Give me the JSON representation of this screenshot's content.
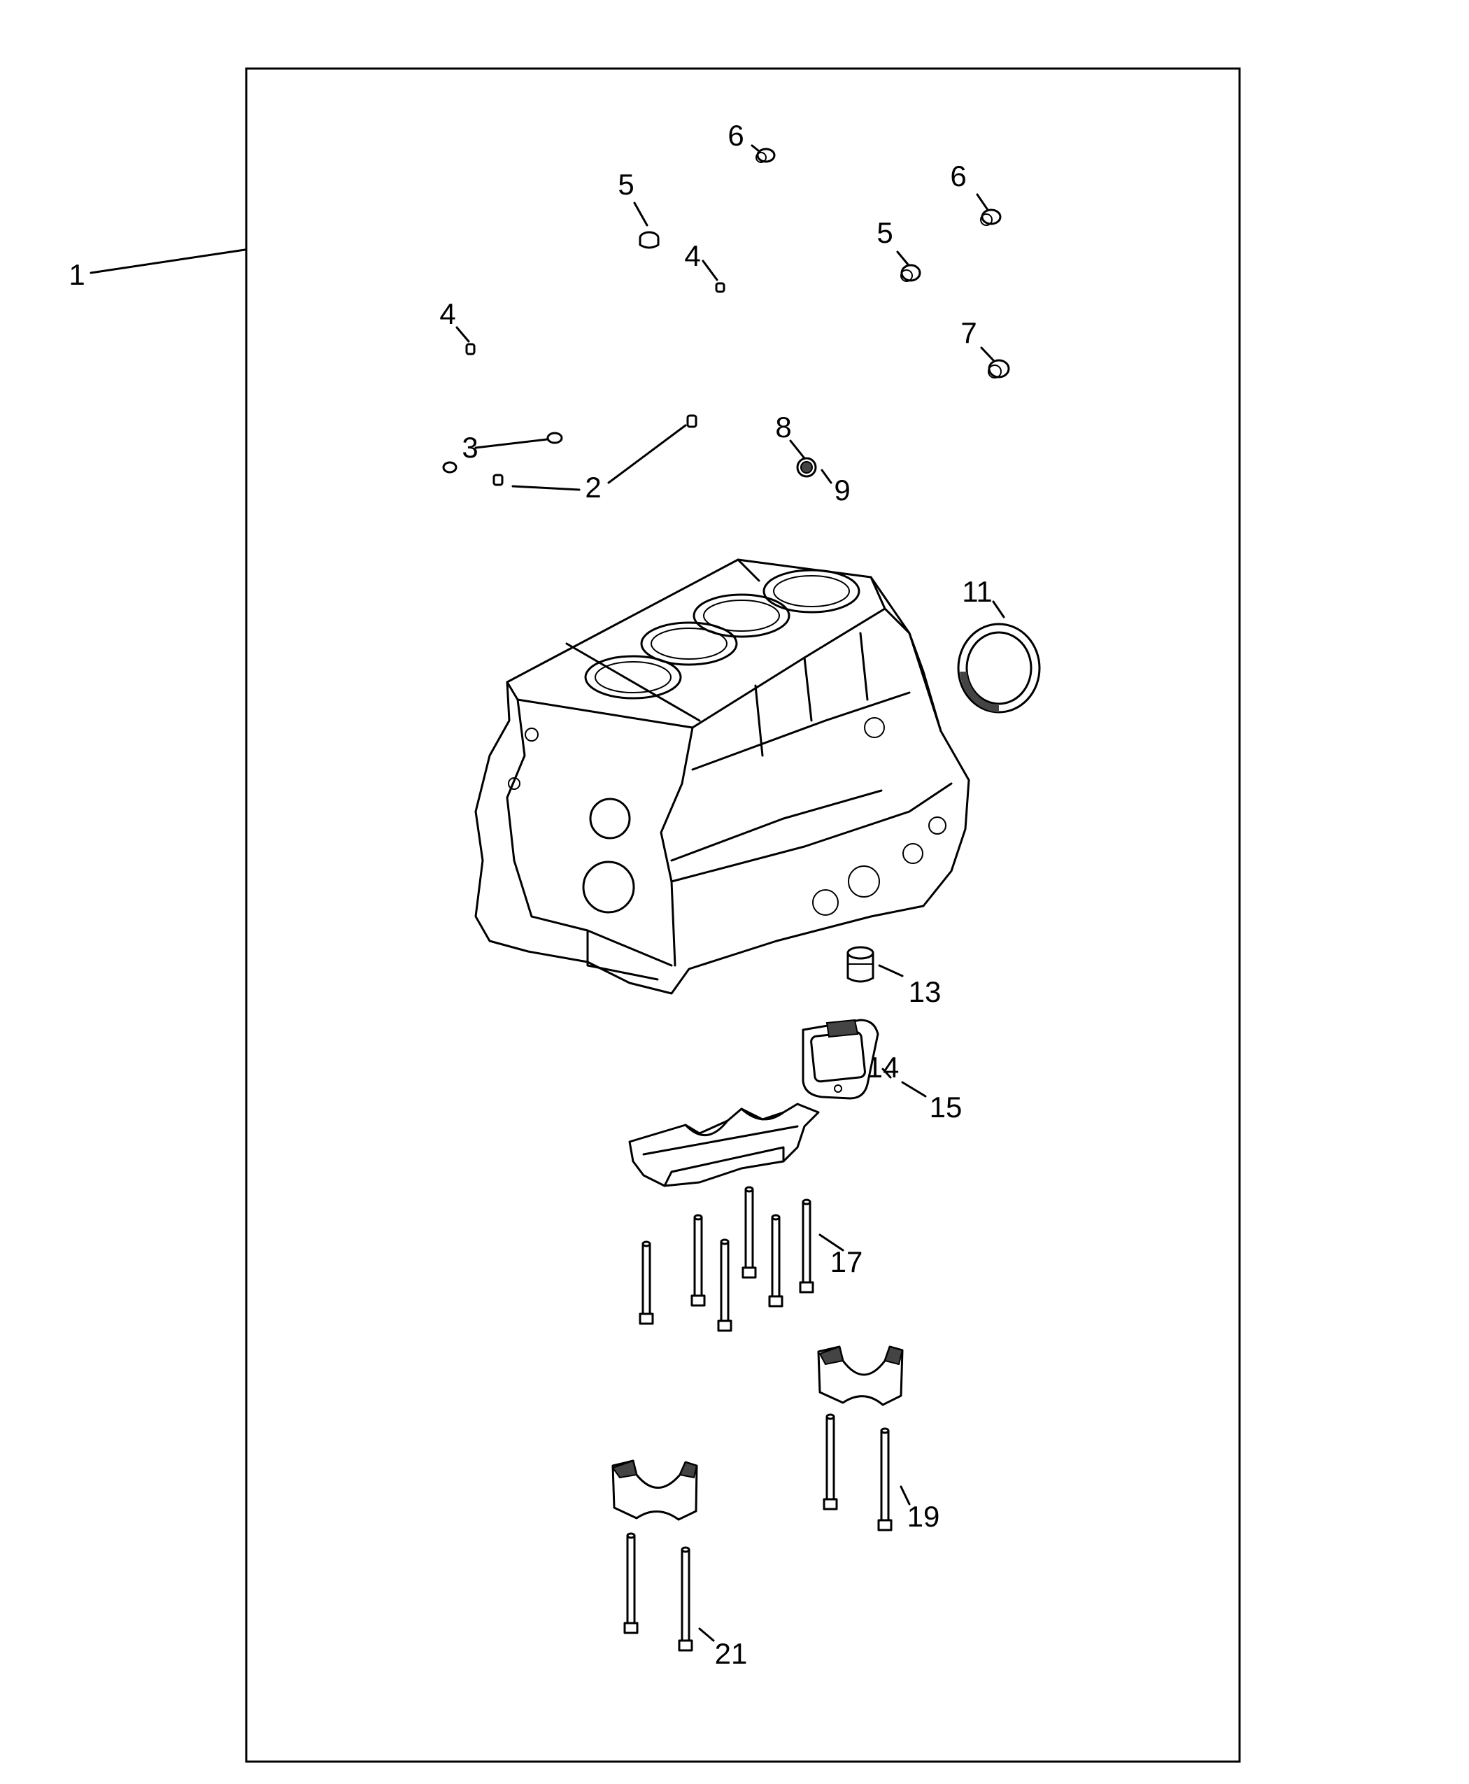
{
  "callouts": [
    {
      "id": "c1",
      "label": "1"
    },
    {
      "id": "c2",
      "label": "2"
    },
    {
      "id": "c3",
      "label": "3"
    },
    {
      "id": "c4a",
      "label": "4"
    },
    {
      "id": "c4b",
      "label": "4"
    },
    {
      "id": "c5a",
      "label": "5"
    },
    {
      "id": "c5b",
      "label": "5"
    },
    {
      "id": "c6a",
      "label": "6"
    },
    {
      "id": "c6b",
      "label": "6"
    },
    {
      "id": "c7",
      "label": "7"
    },
    {
      "id": "c8",
      "label": "8"
    },
    {
      "id": "c9",
      "label": "9"
    },
    {
      "id": "c11",
      "label": "11"
    },
    {
      "id": "c13",
      "label": "13"
    },
    {
      "id": "c14",
      "label": "14"
    },
    {
      "id": "c15",
      "label": "15"
    },
    {
      "id": "c17",
      "label": "17"
    },
    {
      "id": "c19",
      "label": "19"
    },
    {
      "id": "c21",
      "label": "21"
    }
  ],
  "colors": {
    "line": "#000000",
    "background": "#ffffff",
    "shade": "#444444"
  }
}
